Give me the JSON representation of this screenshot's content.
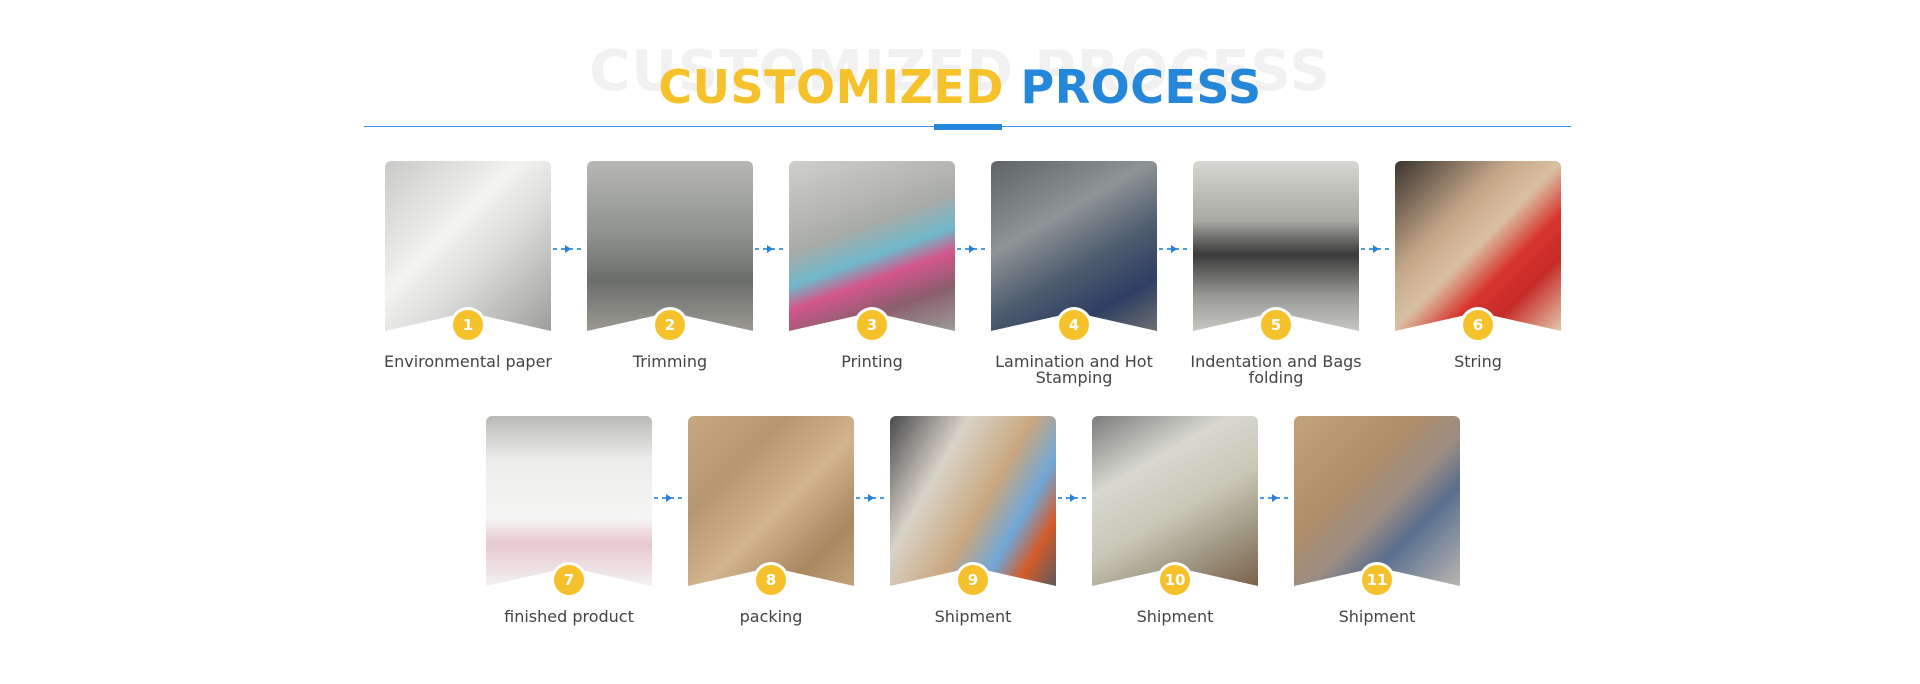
{
  "header": {
    "ghost_text": "CUSTOMIZED PROCESS",
    "title_part1": "CUSTOMIZED",
    "title_part2": "PROCESS"
  },
  "colors": {
    "accent_yellow": "#f6c22b",
    "accent_blue": "#2587d9",
    "label_text": "#444444"
  },
  "steps": [
    {
      "number": "1",
      "label": "Environmental paper"
    },
    {
      "number": "2",
      "label": "Trimming"
    },
    {
      "number": "3",
      "label": "Printing"
    },
    {
      "number": "4",
      "label": "Lamination and Hot Stamping"
    },
    {
      "number": "5",
      "label": "Indentation and Bags folding"
    },
    {
      "number": "6",
      "label": "String"
    },
    {
      "number": "7",
      "label": "finished product"
    },
    {
      "number": "8",
      "label": "packing"
    },
    {
      "number": "9",
      "label": "Shipment"
    },
    {
      "number": "10",
      "label": "Shipment"
    },
    {
      "number": "11",
      "label": "Shipment"
    }
  ]
}
